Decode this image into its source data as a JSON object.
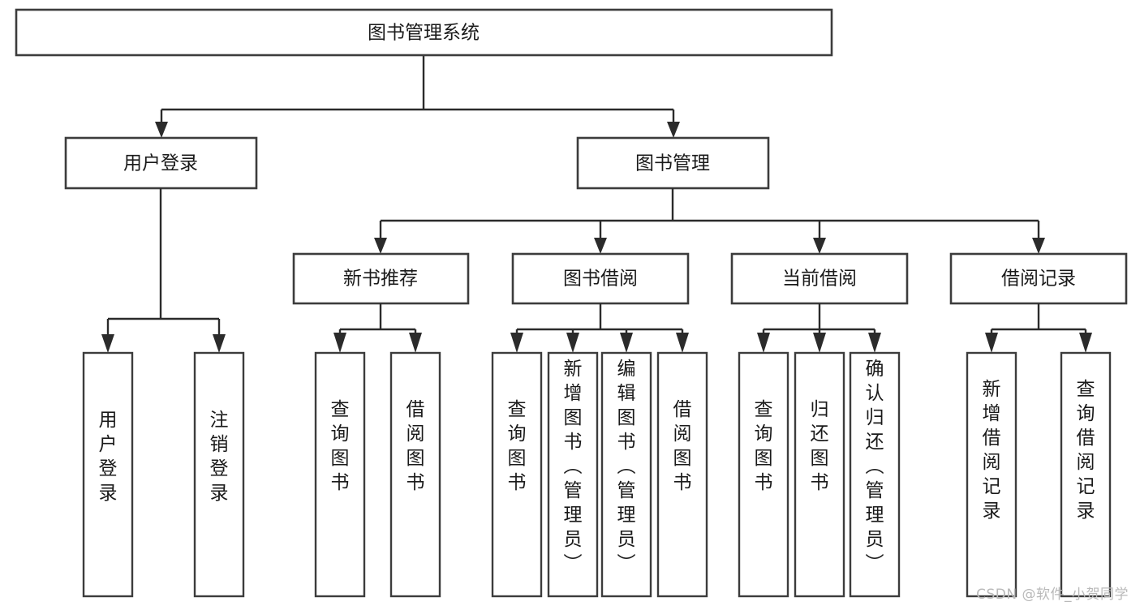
{
  "diagram": {
    "title": "图书管理系统",
    "type": "hierarchy-tree",
    "watermark": "CSDN @软件_小贺同学",
    "colors": {
      "box_stroke": "#3c3c3c",
      "line": "#2b2b2b",
      "box_fill": "#ffffff",
      "background": "#ffffff",
      "watermark": "#b9b9b9"
    },
    "root": {
      "label": "图书管理系统"
    },
    "level2": [
      {
        "label": "用户登录"
      },
      {
        "label": "图书管理"
      }
    ],
    "level3": [
      {
        "label": "新书推荐"
      },
      {
        "label": "图书借阅"
      },
      {
        "label": "当前借阅"
      },
      {
        "label": "借阅记录"
      }
    ],
    "leaves": {
      "user_login": [
        {
          "label": "用户登录"
        },
        {
          "label": "注销登录"
        }
      ],
      "new_book_recommend": [
        {
          "label": "查询图书"
        },
        {
          "label": "借阅图书"
        }
      ],
      "book_borrow": [
        {
          "label": "查询图书"
        },
        {
          "label": "新增图书（管理员）"
        },
        {
          "label": "编辑图书（管理员）"
        },
        {
          "label": "借阅图书"
        }
      ],
      "current_borrow": [
        {
          "label": "查询图书"
        },
        {
          "label": "归还图书"
        },
        {
          "label": "确认归还（管理员）"
        }
      ],
      "borrow_record": [
        {
          "label": "新增借阅记录"
        },
        {
          "label": "查询借阅记录"
        }
      ]
    }
  }
}
